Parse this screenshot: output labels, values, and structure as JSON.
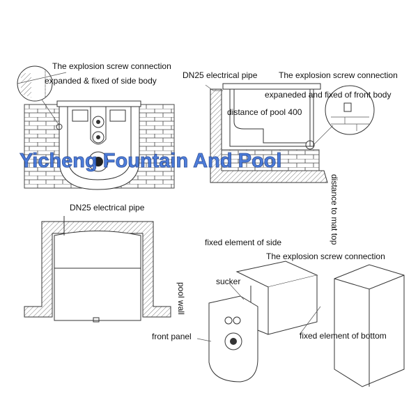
{
  "watermark": "Yicheng Fountain And Pool",
  "front_view": {
    "label_screw": "The explosion screw connection",
    "label_side": "expanded & fixed of side body"
  },
  "side_section": {
    "label_pipe": "DN25 electrical pipe",
    "label_screw": "The explosion screw connection",
    "label_front": "expaneded and fixed of front body",
    "label_distance_pool": "distance of pool 400",
    "label_distance_mat": "distance to mat top"
  },
  "plan_view": {
    "label_pipe": "DN25 electrical pipe",
    "label_wall": "pool wall"
  },
  "iso_view": {
    "label_fixed_side": "fixed element of side",
    "label_screw": "The explosion screw connection",
    "label_sucker": "sucker",
    "label_front_panel": "front panel",
    "label_fixed_bottom": "fixed element of bottom"
  }
}
